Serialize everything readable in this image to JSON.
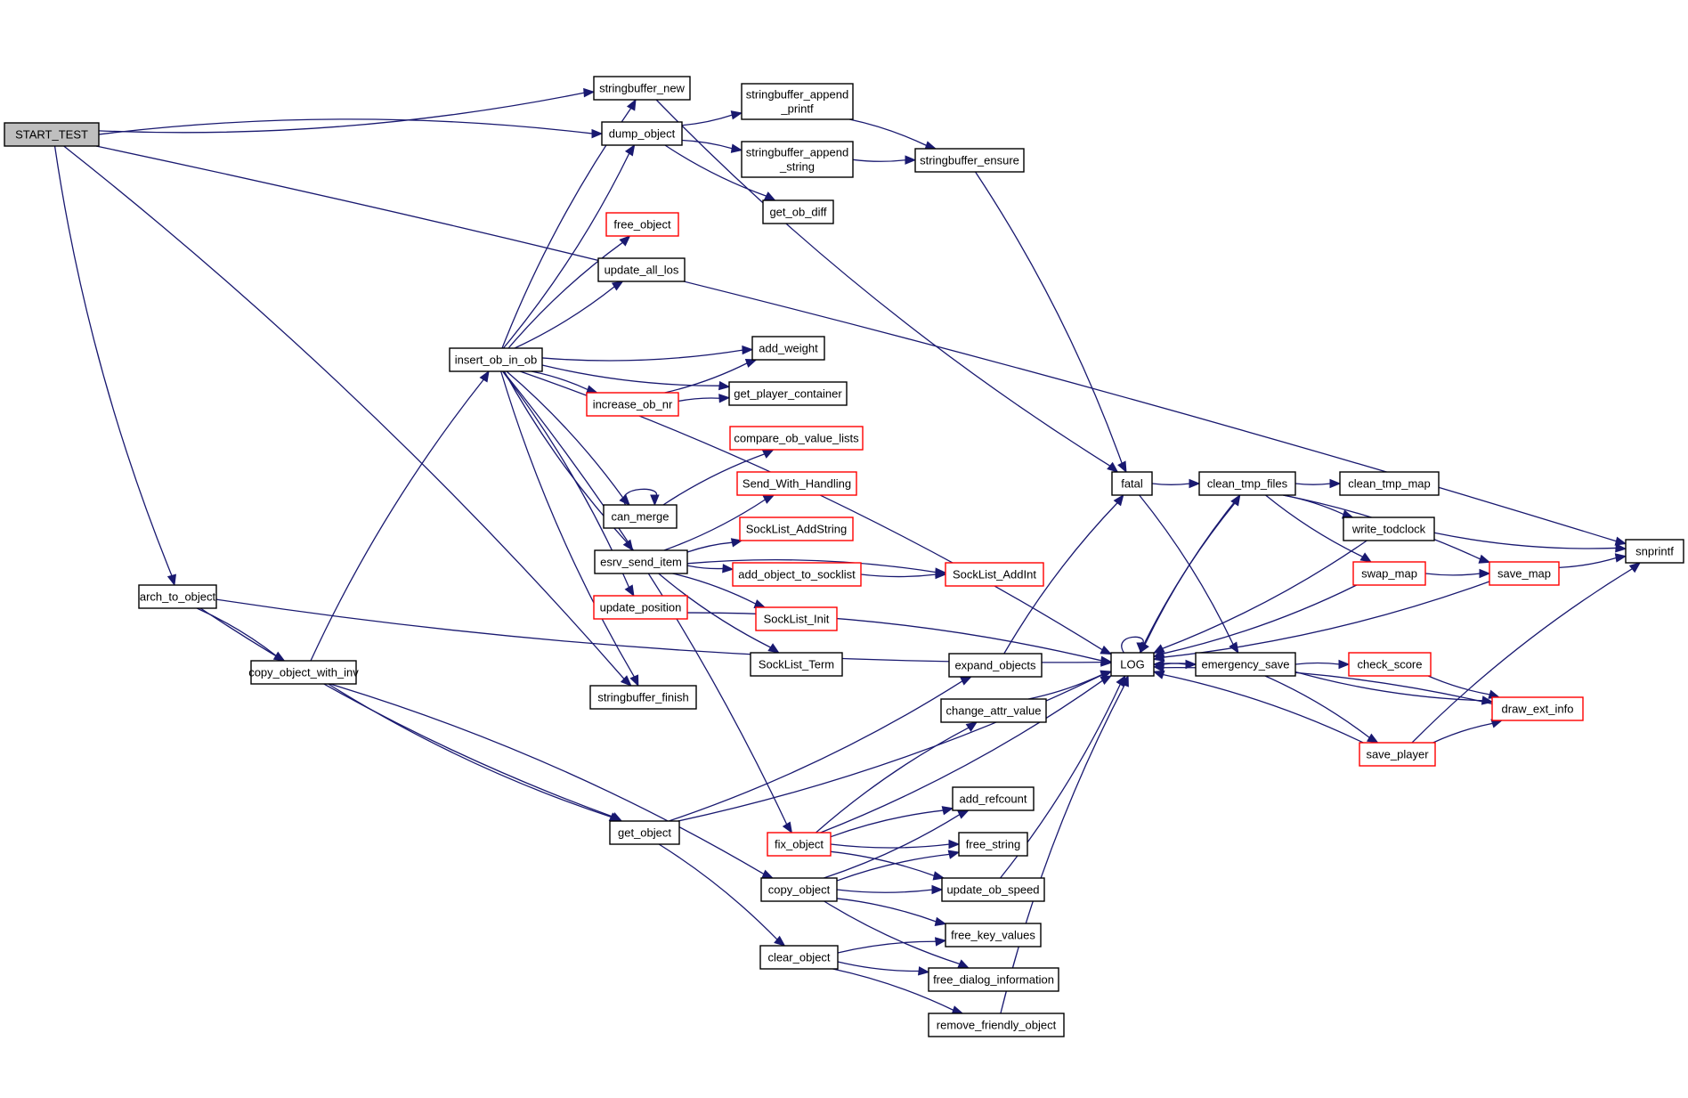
{
  "graph": {
    "title": "Call graph of START_TEST",
    "colors": {
      "edge": "#191970",
      "node_border": "#000000",
      "truncated_border": "#ff0000",
      "root_fill": "#bfbfbf"
    },
    "nodes": [
      {
        "id": "START_TEST",
        "label": [
          "START_TEST"
        ],
        "kind": "root"
      },
      {
        "id": "stringbuffer_new",
        "label": [
          "stringbuffer_new"
        ],
        "kind": "normal"
      },
      {
        "id": "dump_object",
        "label": [
          "dump_object"
        ],
        "kind": "normal"
      },
      {
        "id": "stringbuffer_append_printf",
        "label": [
          "stringbuffer_append",
          "_printf"
        ],
        "kind": "normal"
      },
      {
        "id": "stringbuffer_append_string",
        "label": [
          "stringbuffer_append",
          "_string"
        ],
        "kind": "normal"
      },
      {
        "id": "stringbuffer_ensure",
        "label": [
          "stringbuffer_ensure"
        ],
        "kind": "normal"
      },
      {
        "id": "get_ob_diff",
        "label": [
          "get_ob_diff"
        ],
        "kind": "normal"
      },
      {
        "id": "free_object",
        "label": [
          "free_object"
        ],
        "kind": "truncated"
      },
      {
        "id": "update_all_los",
        "label": [
          "update_all_los"
        ],
        "kind": "normal"
      },
      {
        "id": "insert_ob_in_ob",
        "label": [
          "insert_ob_in_ob"
        ],
        "kind": "normal"
      },
      {
        "id": "add_weight",
        "label": [
          "add_weight"
        ],
        "kind": "normal"
      },
      {
        "id": "increase_ob_nr",
        "label": [
          "increase_ob_nr"
        ],
        "kind": "truncated"
      },
      {
        "id": "get_player_container",
        "label": [
          "get_player_container"
        ],
        "kind": "normal"
      },
      {
        "id": "compare_ob_value_lists",
        "label": [
          "compare_ob_value_lists"
        ],
        "kind": "truncated"
      },
      {
        "id": "can_merge",
        "label": [
          "can_merge"
        ],
        "kind": "normal"
      },
      {
        "id": "Send_With_Handling",
        "label": [
          "Send_With_Handling"
        ],
        "kind": "truncated"
      },
      {
        "id": "SockList_AddString",
        "label": [
          "SockList_AddString"
        ],
        "kind": "truncated"
      },
      {
        "id": "esrv_send_item",
        "label": [
          "esrv_send_item"
        ],
        "kind": "normal"
      },
      {
        "id": "add_object_to_socklist",
        "label": [
          "add_object_to_socklist"
        ],
        "kind": "truncated"
      },
      {
        "id": "SockList_AddInt",
        "label": [
          "SockList_AddInt"
        ],
        "kind": "truncated"
      },
      {
        "id": "update_position",
        "label": [
          "update_position"
        ],
        "kind": "truncated"
      },
      {
        "id": "SockList_Init",
        "label": [
          "SockList_Init"
        ],
        "kind": "truncated"
      },
      {
        "id": "SockList_Term",
        "label": [
          "SockList_Term"
        ],
        "kind": "normal"
      },
      {
        "id": "stringbuffer_finish",
        "label": [
          "stringbuffer_finish"
        ],
        "kind": "normal"
      },
      {
        "id": "expand_objects",
        "label": [
          "expand_objects"
        ],
        "kind": "normal"
      },
      {
        "id": "change_attr_value",
        "label": [
          "change_attr_value"
        ],
        "kind": "normal"
      },
      {
        "id": "arch_to_object",
        "label": [
          "arch_to_object"
        ],
        "kind": "normal"
      },
      {
        "id": "copy_object_with_inv",
        "label": [
          "copy_object_with_inv"
        ],
        "kind": "normal"
      },
      {
        "id": "get_object",
        "label": [
          "get_object"
        ],
        "kind": "normal"
      },
      {
        "id": "fix_object",
        "label": [
          "fix_object"
        ],
        "kind": "truncated"
      },
      {
        "id": "add_refcount",
        "label": [
          "add_refcount"
        ],
        "kind": "normal"
      },
      {
        "id": "free_string",
        "label": [
          "free_string"
        ],
        "kind": "normal"
      },
      {
        "id": "copy_object",
        "label": [
          "copy_object"
        ],
        "kind": "normal"
      },
      {
        "id": "update_ob_speed",
        "label": [
          "update_ob_speed"
        ],
        "kind": "normal"
      },
      {
        "id": "free_key_values",
        "label": [
          "free_key_values"
        ],
        "kind": "normal"
      },
      {
        "id": "clear_object",
        "label": [
          "clear_object"
        ],
        "kind": "normal"
      },
      {
        "id": "free_dialog_information",
        "label": [
          "free_dialog_information"
        ],
        "kind": "normal"
      },
      {
        "id": "remove_friendly_object",
        "label": [
          "remove_friendly_object"
        ],
        "kind": "normal"
      },
      {
        "id": "fatal",
        "label": [
          "fatal"
        ],
        "kind": "normal"
      },
      {
        "id": "clean_tmp_files",
        "label": [
          "clean_tmp_files"
        ],
        "kind": "normal"
      },
      {
        "id": "clean_tmp_map",
        "label": [
          "clean_tmp_map"
        ],
        "kind": "normal"
      },
      {
        "id": "write_todclock",
        "label": [
          "write_todclock"
        ],
        "kind": "normal"
      },
      {
        "id": "swap_map",
        "label": [
          "swap_map"
        ],
        "kind": "truncated"
      },
      {
        "id": "save_map",
        "label": [
          "save_map"
        ],
        "kind": "truncated"
      },
      {
        "id": "snprintf",
        "label": [
          "snprintf"
        ],
        "kind": "normal"
      },
      {
        "id": "LOG",
        "label": [
          "LOG"
        ],
        "kind": "normal"
      },
      {
        "id": "emergency_save",
        "label": [
          "emergency_save"
        ],
        "kind": "normal"
      },
      {
        "id": "check_score",
        "label": [
          "check_score"
        ],
        "kind": "truncated"
      },
      {
        "id": "draw_ext_info",
        "label": [
          "draw_ext_info"
        ],
        "kind": "truncated"
      },
      {
        "id": "save_player",
        "label": [
          "save_player"
        ],
        "kind": "truncated"
      }
    ],
    "edges": [
      [
        "START_TEST",
        "snprintf"
      ],
      [
        "START_TEST",
        "stringbuffer_new"
      ],
      [
        "START_TEST",
        "dump_object"
      ],
      [
        "START_TEST",
        "arch_to_object"
      ],
      [
        "START_TEST",
        "stringbuffer_finish"
      ],
      [
        "dump_object",
        "stringbuffer_append_printf"
      ],
      [
        "dump_object",
        "stringbuffer_append_string"
      ],
      [
        "dump_object",
        "get_ob_diff"
      ],
      [
        "stringbuffer_append_printf",
        "stringbuffer_ensure"
      ],
      [
        "stringbuffer_append_string",
        "stringbuffer_ensure"
      ],
      [
        "stringbuffer_ensure",
        "fatal"
      ],
      [
        "stringbuffer_new",
        "fatal"
      ],
      [
        "insert_ob_in_ob",
        "stringbuffer_new"
      ],
      [
        "insert_ob_in_ob",
        "dump_object"
      ],
      [
        "insert_ob_in_ob",
        "free_object"
      ],
      [
        "insert_ob_in_ob",
        "update_all_los"
      ],
      [
        "insert_ob_in_ob",
        "LOG"
      ],
      [
        "insert_ob_in_ob",
        "add_weight"
      ],
      [
        "insert_ob_in_ob",
        "increase_ob_nr"
      ],
      [
        "insert_ob_in_ob",
        "get_player_container"
      ],
      [
        "insert_ob_in_ob",
        "can_merge"
      ],
      [
        "insert_ob_in_ob",
        "esrv_send_item"
      ],
      [
        "insert_ob_in_ob",
        "update_position"
      ],
      [
        "insert_ob_in_ob",
        "stringbuffer_finish"
      ],
      [
        "insert_ob_in_ob",
        "fix_object"
      ],
      [
        "increase_ob_nr",
        "add_weight"
      ],
      [
        "increase_ob_nr",
        "get_player_container"
      ],
      [
        "can_merge",
        "can_merge"
      ],
      [
        "can_merge",
        "compare_ob_value_lists"
      ],
      [
        "esrv_send_item",
        "Send_With_Handling"
      ],
      [
        "esrv_send_item",
        "SockList_AddString"
      ],
      [
        "esrv_send_item",
        "add_object_to_socklist"
      ],
      [
        "esrv_send_item",
        "SockList_Init"
      ],
      [
        "esrv_send_item",
        "SockList_Term"
      ],
      [
        "esrv_send_item",
        "SockList_AddInt"
      ],
      [
        "add_object_to_socklist",
        "SockList_AddInt"
      ],
      [
        "update_position",
        "LOG"
      ],
      [
        "arch_to_object",
        "LOG"
      ],
      [
        "arch_to_object",
        "copy_object_with_inv"
      ],
      [
        "arch_to_object",
        "get_object"
      ],
      [
        "copy_object_with_inv",
        "insert_ob_in_ob"
      ],
      [
        "copy_object_with_inv",
        "get_object"
      ],
      [
        "copy_object_with_inv",
        "copy_object"
      ],
      [
        "get_object",
        "expand_objects"
      ],
      [
        "get_object",
        "clear_object"
      ],
      [
        "get_object",
        "LOG"
      ],
      [
        "expand_objects",
        "fatal"
      ],
      [
        "change_attr_value",
        "LOG"
      ],
      [
        "fix_object",
        "change_attr_value"
      ],
      [
        "fix_object",
        "LOG"
      ],
      [
        "fix_object",
        "add_refcount"
      ],
      [
        "fix_object",
        "free_string"
      ],
      [
        "fix_object",
        "update_ob_speed"
      ],
      [
        "copy_object",
        "add_refcount"
      ],
      [
        "copy_object",
        "free_string"
      ],
      [
        "copy_object",
        "update_ob_speed"
      ],
      [
        "copy_object",
        "free_key_values"
      ],
      [
        "copy_object",
        "free_dialog_information"
      ],
      [
        "clear_object",
        "free_key_values"
      ],
      [
        "clear_object",
        "free_dialog_information"
      ],
      [
        "clear_object",
        "remove_friendly_object"
      ],
      [
        "update_ob_speed",
        "LOG"
      ],
      [
        "remove_friendly_object",
        "LOG"
      ],
      [
        "fatal",
        "clean_tmp_files"
      ],
      [
        "fatal",
        "emergency_save"
      ],
      [
        "clean_tmp_files",
        "clean_tmp_map"
      ],
      [
        "clean_tmp_files",
        "write_todclock"
      ],
      [
        "clean_tmp_files",
        "swap_map"
      ],
      [
        "clean_tmp_files",
        "save_map"
      ],
      [
        "clean_tmp_files",
        "LOG"
      ],
      [
        "LOG",
        "clean_tmp_files"
      ],
      [
        "LOG",
        "LOG"
      ],
      [
        "LOG",
        "emergency_save"
      ],
      [
        "write_todclock",
        "snprintf"
      ],
      [
        "write_todclock",
        "LOG"
      ],
      [
        "swap_map",
        "save_map"
      ],
      [
        "swap_map",
        "LOG"
      ],
      [
        "save_map",
        "snprintf"
      ],
      [
        "save_map",
        "LOG"
      ],
      [
        "emergency_save",
        "LOG"
      ],
      [
        "emergency_save",
        "check_score"
      ],
      [
        "emergency_save",
        "draw_ext_info"
      ],
      [
        "emergency_save",
        "save_player"
      ],
      [
        "check_score",
        "draw_ext_info"
      ],
      [
        "save_player",
        "draw_ext_info"
      ],
      [
        "save_player",
        "LOG"
      ],
      [
        "save_player",
        "snprintf"
      ],
      [
        "draw_ext_info",
        "LOG"
      ]
    ]
  }
}
